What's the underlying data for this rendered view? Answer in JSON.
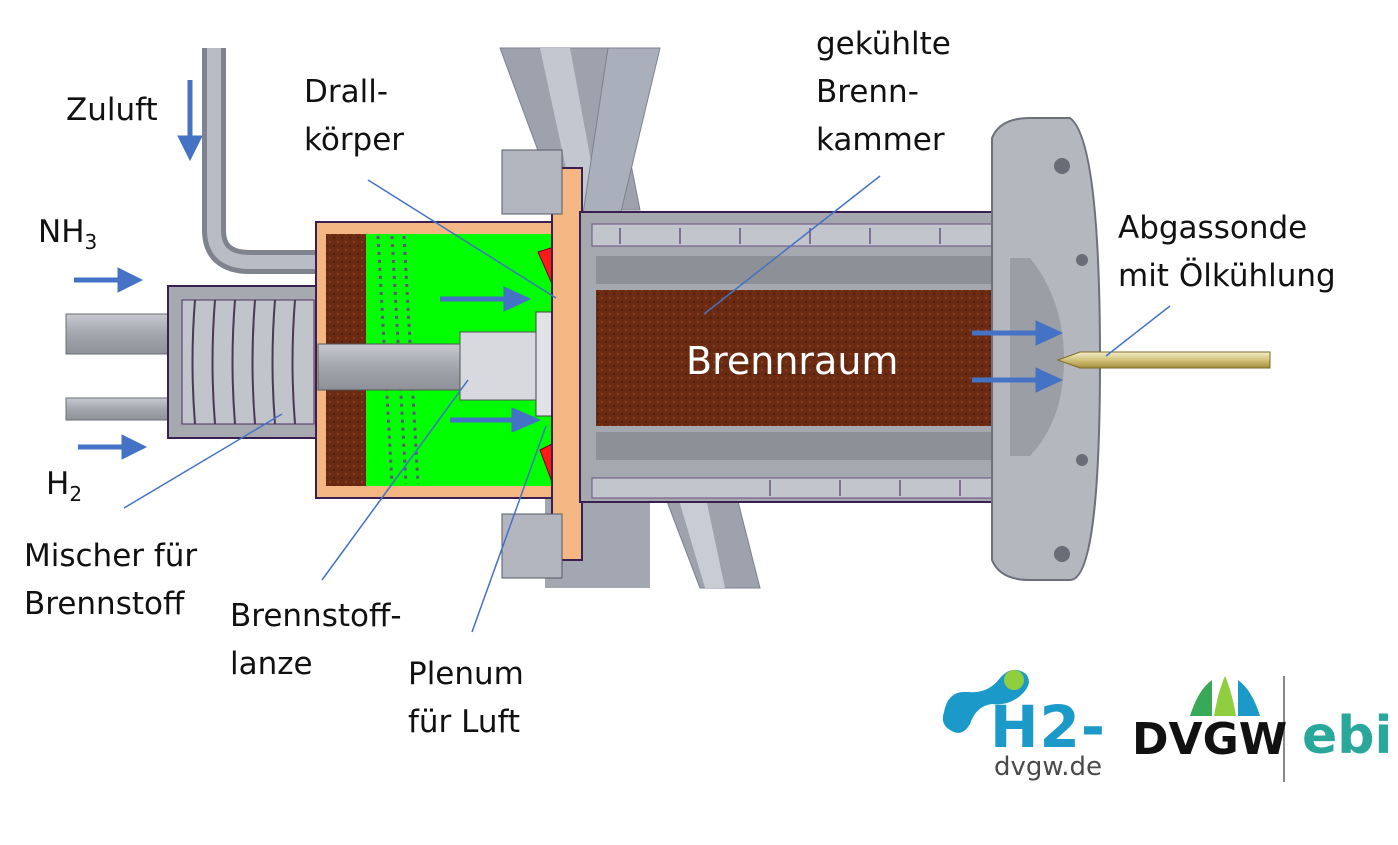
{
  "labels": {
    "zuluft": "Zuluft",
    "nh3_main": "NH",
    "nh3_sub": "3",
    "h2_main": "H",
    "h2_sub": "2",
    "mischer_line1": "Mischer für",
    "mischer_line2": "Brennstoff",
    "drall_line1": "Drall-",
    "drall_line2": "körper",
    "brennkammer_line1": "gekühlte",
    "brennkammer_line2": "Brenn-",
    "brennkammer_line3": "kammer",
    "abgas_line1": "Abgassonde",
    "abgas_line2": "mit Ölkühlung",
    "brennraum": "Brennraum",
    "lanze_line1": "Brennstoff-",
    "lanze_line2": "lanze",
    "plenum_line1": "Plenum",
    "plenum_line2": "für Luft"
  },
  "logos": {
    "h2_text": "H2-",
    "h2_url": "dvgw.de",
    "dvgw": "DVGW",
    "ebi": "ebi"
  },
  "colors": {
    "arrow": "#4472c4",
    "leader": "#4472c4",
    "steel": "#a7a9b0",
    "plenum": "#00ff00",
    "chamber": "#6b2a12",
    "swirler": "#ff1a1a",
    "wall": "#f4b784",
    "h2_blue": "#1b9ac9",
    "dvgw_green": "#3aa957",
    "ebi_teal": "#2aa79b"
  }
}
